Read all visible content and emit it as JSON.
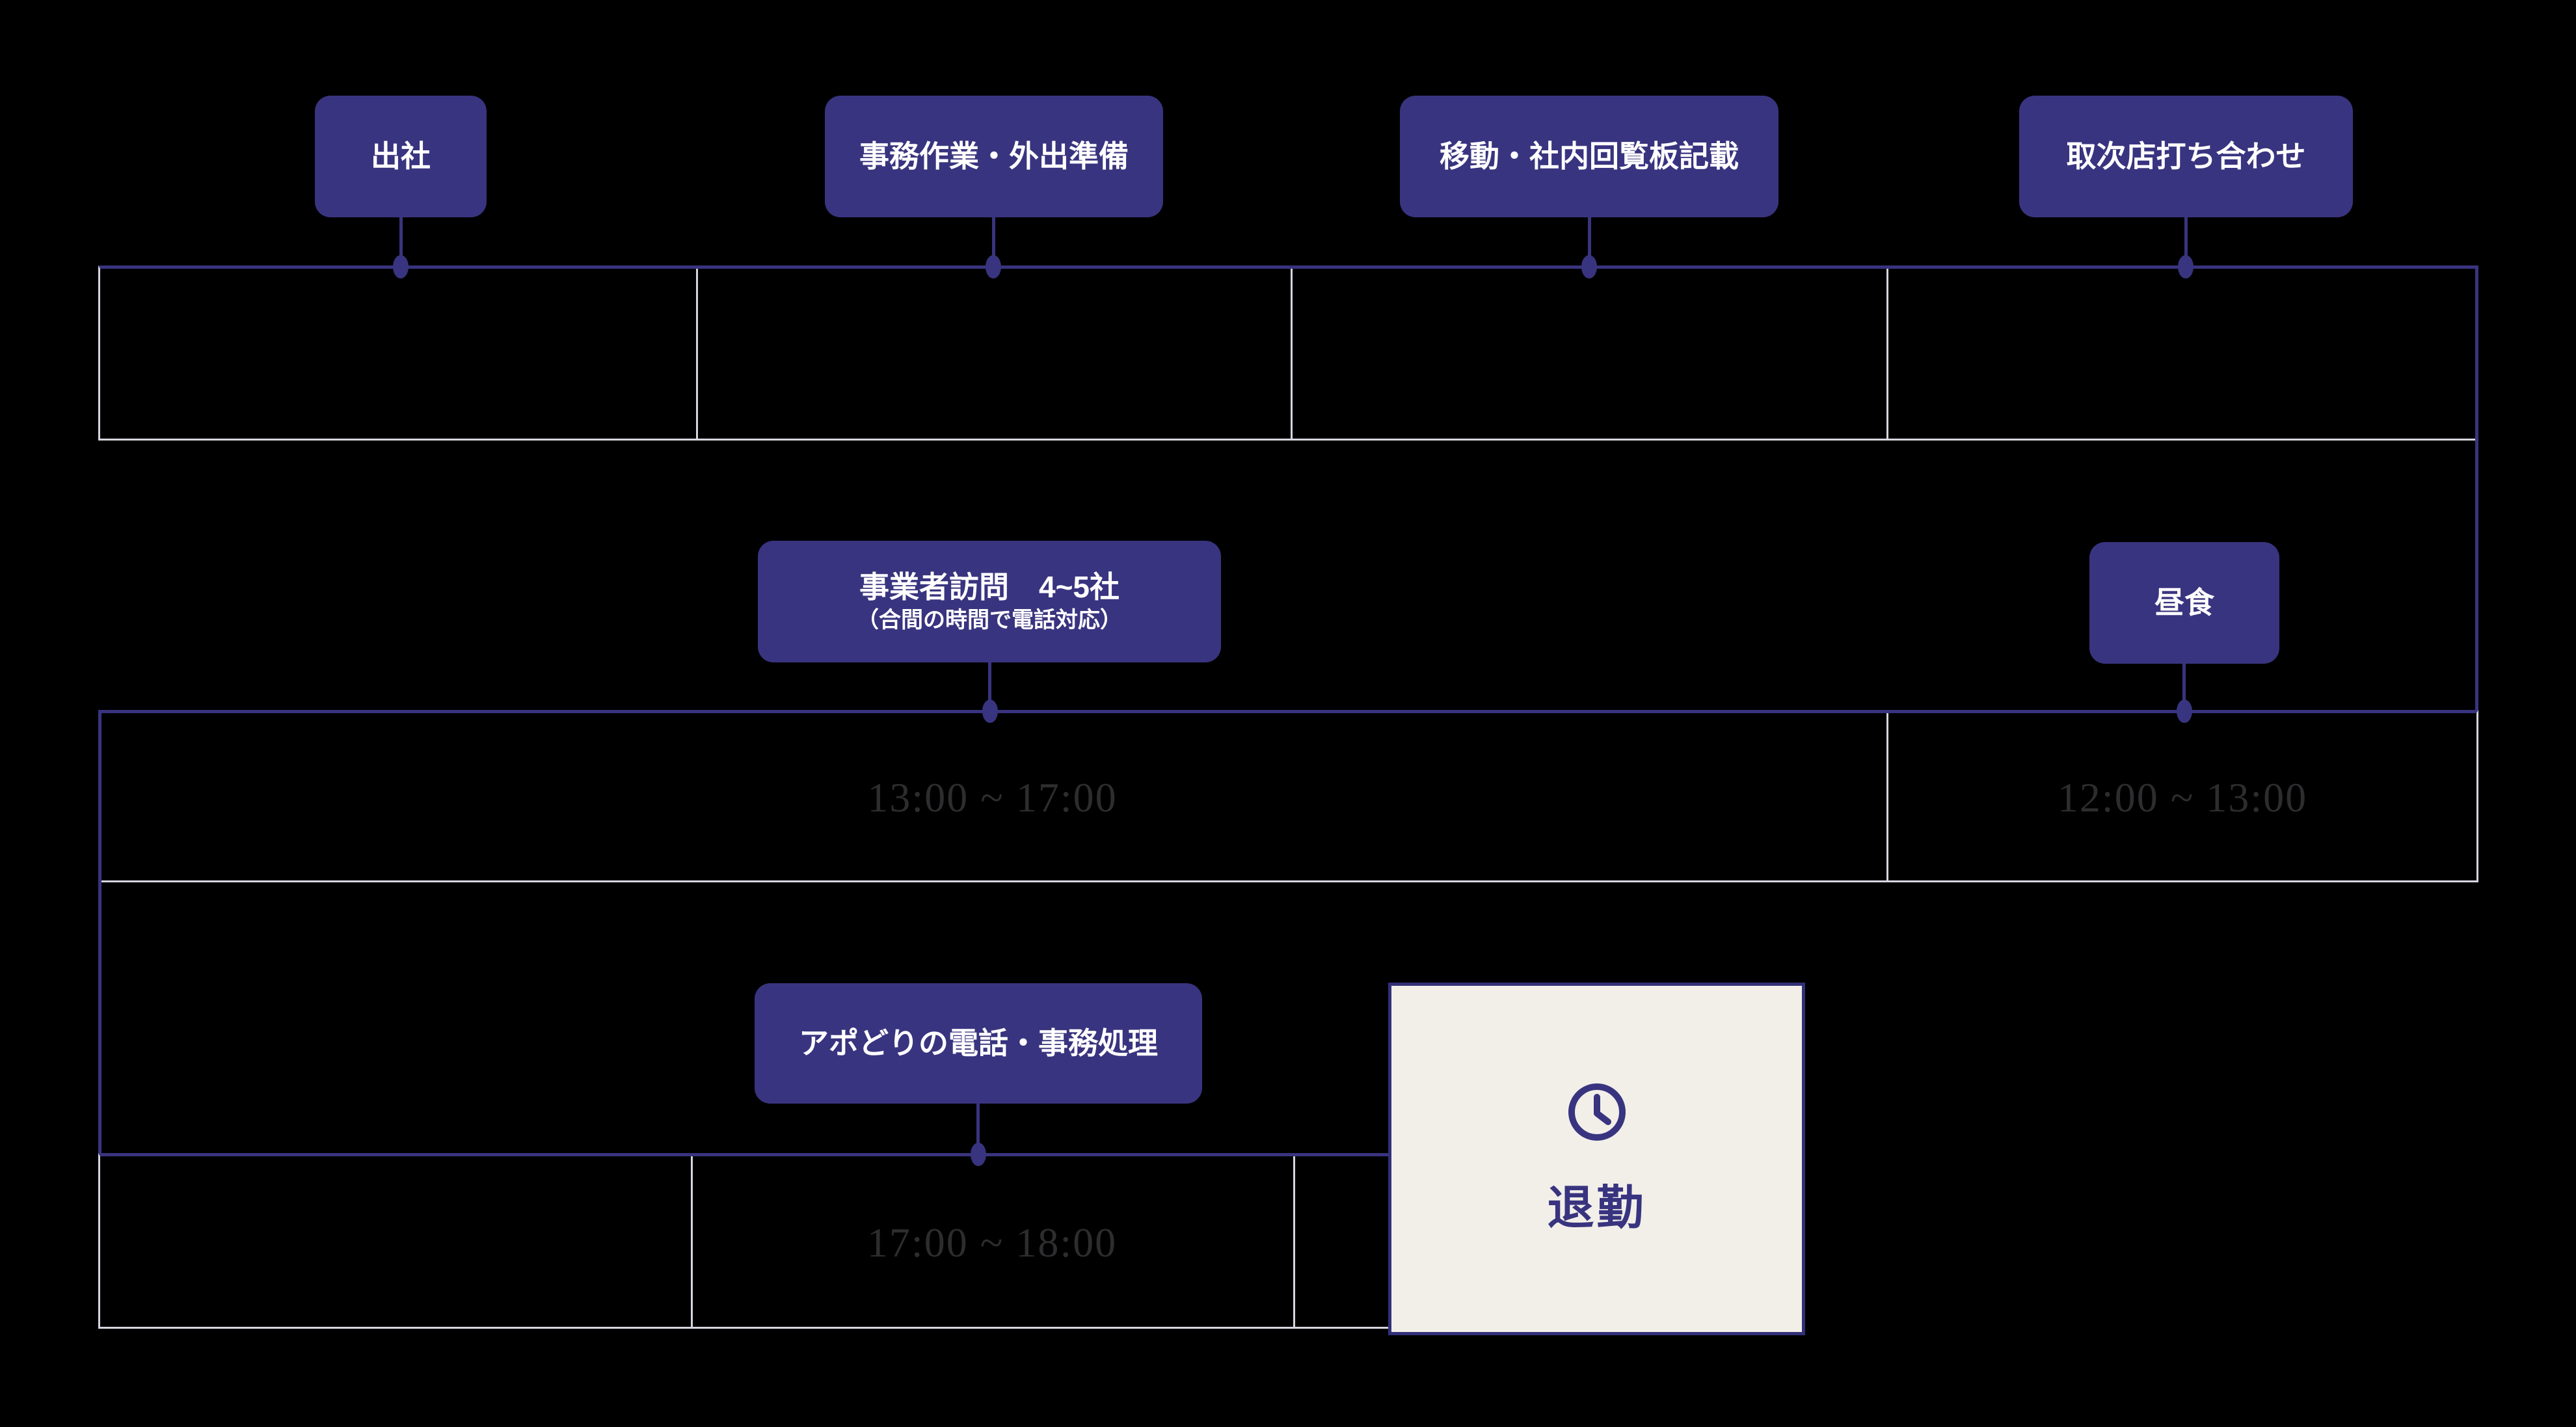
{
  "diagram": {
    "title_hint": "daily work schedule timeline",
    "colors": {
      "background": "#000000",
      "indigo": "#39347f",
      "divider_gray": "#d6d5df",
      "checkout_fill": "#f2efe9",
      "time_text": "#2d2d2f",
      "label_text": "#ffffff"
    },
    "row1": {
      "events": [
        {
          "label": "出社"
        },
        {
          "label": "事務作業・外出準備"
        },
        {
          "label": "移動・社内回覧板記載"
        },
        {
          "label": "取次店打ち合わせ"
        }
      ]
    },
    "row2": {
      "visit": {
        "label_line1": "事業者訪問　4~5社",
        "label_line2": "（合間の時間で電話対応）",
        "time": "13:00 ~ 17:00"
      },
      "lunch": {
        "label": "昼食",
        "time": "12:00 ~ 13:00"
      }
    },
    "row3": {
      "event": {
        "label": "アポどりの電話・事務処理",
        "time": "17:00 ~ 18:00"
      },
      "checkout": {
        "label": "退勤",
        "icon": "clock-icon"
      }
    }
  }
}
